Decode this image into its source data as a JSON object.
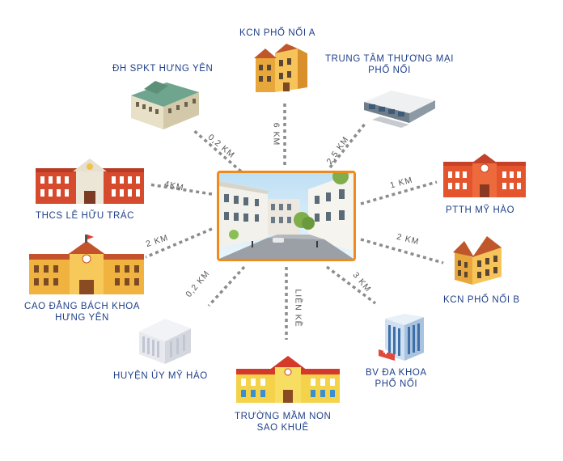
{
  "center": {
    "name": "project-photo"
  },
  "destinations": [
    {
      "id": "kcn-pho-noi-a",
      "label_lines": [
        "KCN PHỐ NỐI A"
      ],
      "distance": "6 KM"
    },
    {
      "id": "trung-tam-thuong-mai",
      "label_lines": [
        "TRUNG TÂM THƯƠNG MẠI",
        "PHỐ NỐI"
      ],
      "distance": "2,5 KM"
    },
    {
      "id": "pttth-my-hao",
      "label_lines": [
        "PTTH MỸ HÀO"
      ],
      "distance": "1 KM"
    },
    {
      "id": "kcn-pho-noi-b",
      "label_lines": [
        "KCN PHỐ NỐI B"
      ],
      "distance": "2 KM"
    },
    {
      "id": "bv-da-khoa",
      "label_lines": [
        "BV ĐA KHOA",
        "PHỐ NỐI"
      ],
      "distance": "3 KM"
    },
    {
      "id": "truong-mam-non",
      "label_lines": [
        "TRƯỜNG MẦM NON",
        "SAO KHUÊ"
      ],
      "distance": "LIỀN KỀ"
    },
    {
      "id": "huyen-uy",
      "label_lines": [
        "HUYỆN ỦY MỸ HÀO"
      ],
      "distance": "0,2 KM"
    },
    {
      "id": "cao-dang",
      "label_lines": [
        "CAO ĐẲNG BÁCH KHOA",
        "HƯNG YÊN"
      ],
      "distance": "2 KM"
    },
    {
      "id": "thcs",
      "label_lines": [
        "THCS LÊ HỮU TRÁC"
      ],
      "distance": "4KM"
    },
    {
      "id": "dh-spkt",
      "label_lines": [
        "ĐH SPKT HƯNG YÊN"
      ],
      "distance": "0,2 KM"
    }
  ],
  "colors": {
    "label": "#1f3f8a",
    "line": "#8c8c8c",
    "frame": "#f08a1c"
  }
}
